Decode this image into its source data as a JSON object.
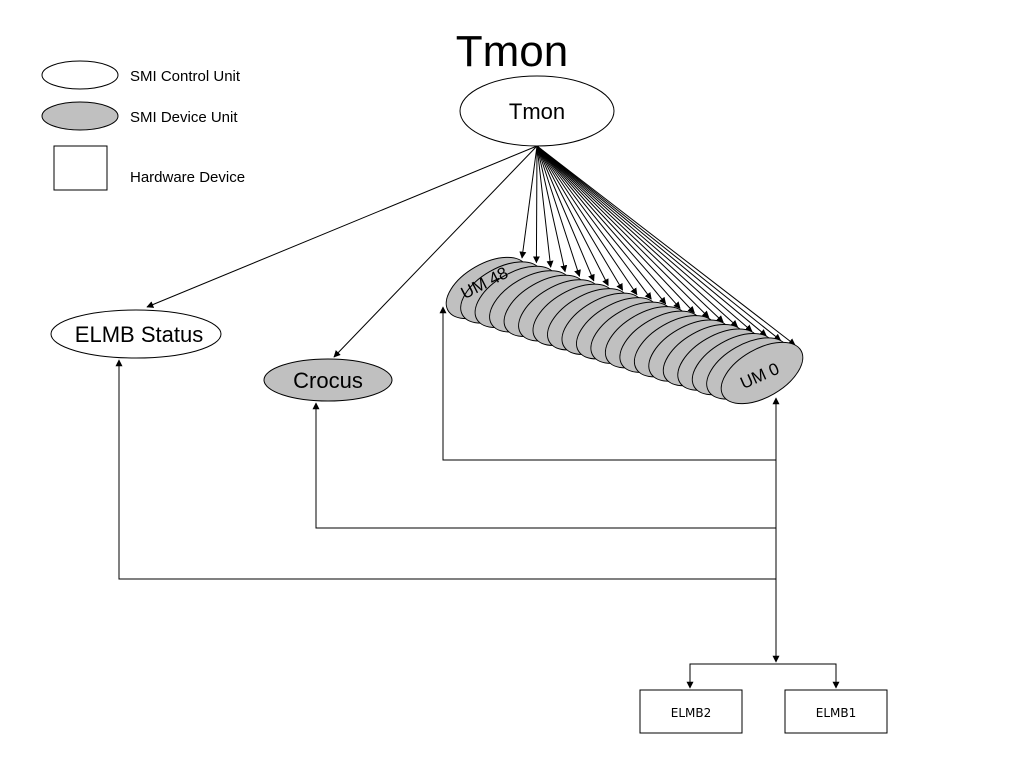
{
  "title": "Tmon",
  "legend": {
    "control_unit": "SMI Control Unit",
    "device_unit": "SMI Device Unit",
    "hardware_device": "Hardware Device"
  },
  "nodes": {
    "root": "Tmon",
    "elmb_status": "ELMB Status",
    "crocus": "Crocus",
    "um_first": "UM 48",
    "um_last": "UM 0",
    "elmb2": "ELMB2",
    "elmb1": "ELMB1"
  },
  "colors": {
    "device_fill": "#c0c0c0",
    "control_fill": "#ffffff",
    "stroke": "#000000"
  }
}
